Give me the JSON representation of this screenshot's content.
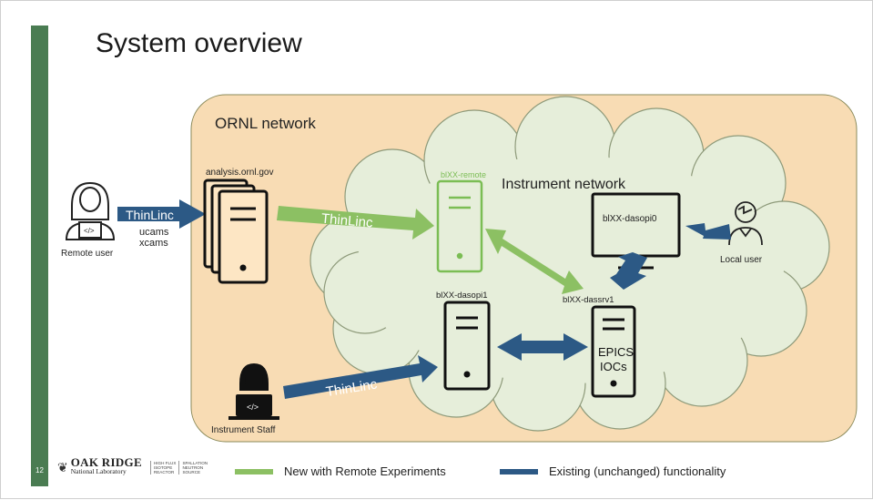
{
  "slide": {
    "title": "System overview",
    "page_number": "12"
  },
  "diagram": {
    "ornl_network_label": "ORNL network",
    "instrument_network_label": "Instrument network",
    "remote_user_label": "Remote user",
    "local_user_label": "Local user",
    "instrument_staff_label": "Instrument Staff",
    "analysis_label": "analysis.ornl.gov",
    "remote_server_label": "blXX-remote",
    "dasopi0_label": "blXX-dasopi0",
    "dasopi1_label": "blXX-dasopi1",
    "dassrv1_label": "blXX-dassrv1",
    "epics_line1": "EPICS",
    "epics_line2": "IOCs",
    "thinlinc_remote_user": "ThinLinc",
    "auth_line1": "ucams",
    "auth_line2": "xcams",
    "thinlinc_analysis": "ThinLinc",
    "thinlinc_staff": "ThinLinc"
  },
  "legend": {
    "new_label": "New with Remote Experiments",
    "existing_label": "Existing (unchanged) functionality"
  },
  "logo": {
    "name": "OAK RIDGE",
    "subtitle": "National Laboratory",
    "side_text_1": "HIGH FLUX\nISOTOPE\nREACTOR",
    "side_text_2": "SPALLATION\nNEUTRON\nSOURCE"
  },
  "colors": {
    "sidebar": "#4a7c52",
    "ornl_network_bg": "#f8dcb4",
    "instrument_network_bg": "#e6eeda",
    "new_green": "#8cc063",
    "existing_blue": "#2c5985"
  }
}
